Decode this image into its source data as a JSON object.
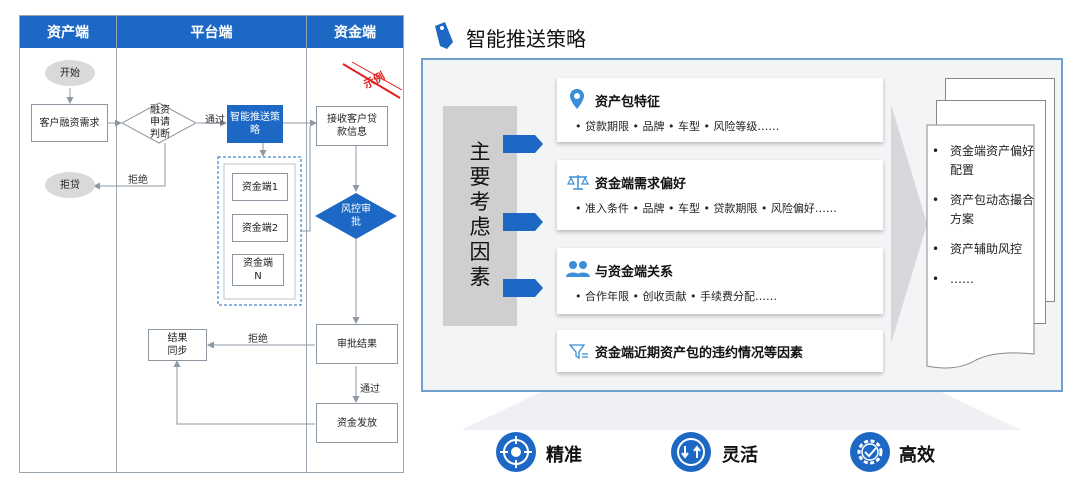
{
  "flowchart": {
    "lanes": [
      "资产端",
      "平台端",
      "资金端"
    ],
    "start": "开始",
    "customer_request": "客户融资需求",
    "decision": "融资申请判断",
    "pass1": "通过",
    "smart_strategy": "智能推送策略",
    "reject1": "拒绝",
    "reject_loan": "拒贷",
    "funders": [
      "资金端1",
      "资金端2",
      "资金端N"
    ],
    "receive_info": "接收客户贷款信息",
    "risk_review": "风控审批",
    "example_stamp": "示例",
    "review_result": "审批结果",
    "reject2": "拒绝",
    "result_sync": "结果同步",
    "pass2": "通过",
    "fund_release": "资金发放"
  },
  "strategy": {
    "title": "智能推送策略",
    "main_factors": "主要考虑因素",
    "cards": [
      {
        "icon": "location-pin-icon",
        "title": "资产包特征",
        "items": "•  贷款期限 •  品牌   •  车型   •  风险等级……"
      },
      {
        "icon": "scale-icon",
        "title": "资金端需求偏好",
        "items": "•  准入条件 •  品牌 •  车型 •  贷款期限  •  风险偏好……"
      },
      {
        "icon": "people-icon",
        "title": "与资金端关系",
        "items": "•  合作年限   •  创收贡献    •  手续费分配……"
      },
      {
        "icon": "filter-icon",
        "title": "资金端近期资产包的违约情况等因素",
        "items": ""
      }
    ],
    "outputs": [
      "资金端资产偏好配置",
      "资产包动态撮合方案",
      "资产辅助风控",
      "……"
    ]
  },
  "benefits": [
    {
      "icon": "target-icon",
      "label": "精准"
    },
    {
      "icon": "arrows-icon",
      "label": "灵活"
    },
    {
      "icon": "gear-check-icon",
      "label": "高效"
    }
  ],
  "colors": {
    "brand_blue": "#1d68c4",
    "panel_border": "#6f9fce",
    "stamp_red": "#e02020"
  }
}
